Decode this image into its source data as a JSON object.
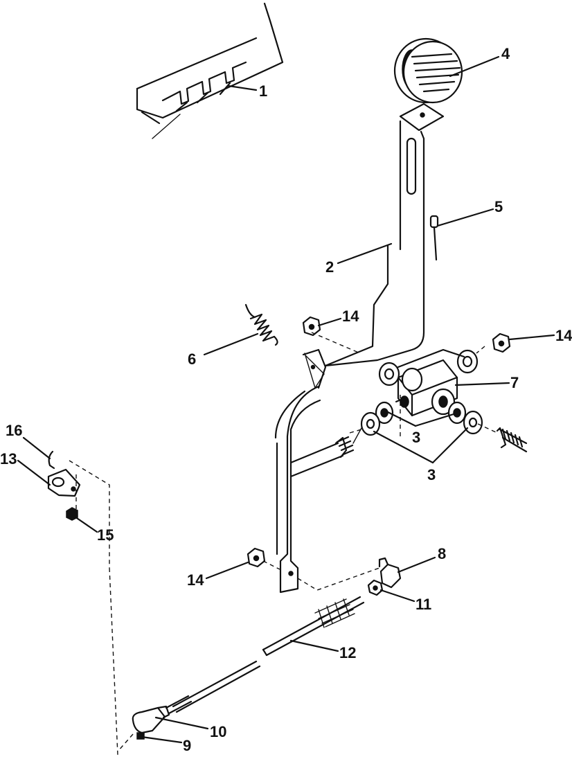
{
  "callouts": [
    {
      "id": "c1",
      "label": "1",
      "part": "pedal-stop-bracket"
    },
    {
      "id": "c2",
      "label": "2",
      "part": "clutch-pedal-arm"
    },
    {
      "id": "c3a",
      "label": "3",
      "part": "washer"
    },
    {
      "id": "c3b",
      "label": "3",
      "part": "washer"
    },
    {
      "id": "c4",
      "label": "4",
      "part": "pedal-pad"
    },
    {
      "id": "c5",
      "label": "5",
      "part": "pin"
    },
    {
      "id": "c6",
      "label": "6",
      "part": "spring"
    },
    {
      "id": "c7",
      "label": "7",
      "part": "pivot-block"
    },
    {
      "id": "c8",
      "label": "8",
      "part": "elbow-fitting"
    },
    {
      "id": "c9",
      "label": "9",
      "part": "nut"
    },
    {
      "id": "c10",
      "label": "10",
      "part": "ball-joint"
    },
    {
      "id": "c11",
      "label": "11",
      "part": "jam-nut"
    },
    {
      "id": "c12",
      "label": "12",
      "part": "rod"
    },
    {
      "id": "c13",
      "label": "13",
      "part": "bracket"
    },
    {
      "id": "c14a",
      "label": "14",
      "part": "nut"
    },
    {
      "id": "c14b",
      "label": "14",
      "part": "nut"
    },
    {
      "id": "c14c",
      "label": "14",
      "part": "nut"
    },
    {
      "id": "c15",
      "label": "15",
      "part": "nut"
    },
    {
      "id": "c16",
      "label": "16",
      "part": "clip"
    }
  ]
}
